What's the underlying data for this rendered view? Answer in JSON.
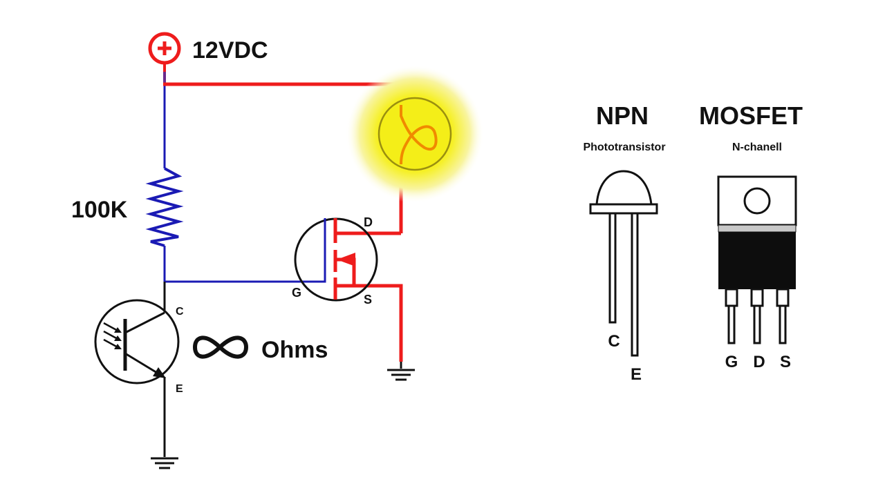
{
  "supply": {
    "label": "12VDC",
    "symbol": "+"
  },
  "resistor": {
    "value": "100K"
  },
  "phototransistor": {
    "pin_c": "C",
    "pin_e": "E",
    "resistance": "Ohms"
  },
  "mosfet_symbol": {
    "pin_d": "D",
    "pin_g": "G",
    "pin_s": "S"
  },
  "npn_package": {
    "title": "NPN",
    "subtitle": "Phototransistor",
    "pin_c": "C",
    "pin_e": "E"
  },
  "mosfet_package": {
    "title": "MOSFET",
    "subtitle": "N-chanell",
    "pin_g": "G",
    "pin_d": "D",
    "pin_s": "S"
  },
  "colors": {
    "wire_blue": "#1a1ab4",
    "wire_red": "#ee1c1c",
    "wire_black": "#111111",
    "lamp_glow": "#f4ee18",
    "lamp_filament": "#f08a00"
  }
}
